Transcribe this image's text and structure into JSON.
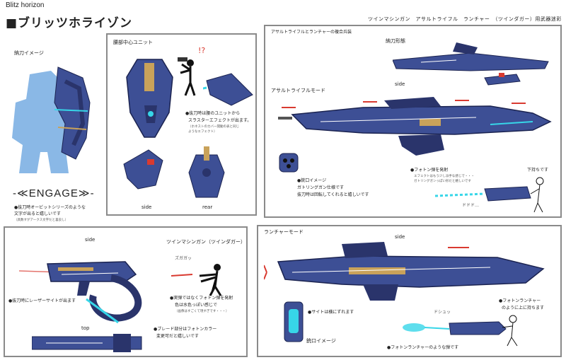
{
  "header": {
    "title_en": "Blitz horizon",
    "title_jp": "■ブリッツホライゾン",
    "subtitle": "ツインマシンガン　アサルトライフル　ランチャー　（ツインダガー）用武器迷彩"
  },
  "panel_left": {
    "label": "納刀イメージ",
    "engage": "-≪ENGAGE≫-",
    "note1": "●抜刀時オービットシリーズのような",
    "note2": "文字が出ると嬉しいです",
    "note3": "（具数すがアークス文字だと喜良し）"
  },
  "panel_waist": {
    "label": "腰部中心ユニット",
    "exclaim": "!?",
    "note1": "●抜刀時は腰のユニットから",
    "note2": "スラスターエフェクトが出ます。",
    "note3": "（ホネストのカバー開動の表と同じ",
    "note4": "ようなエフェクト）",
    "side": "side",
    "rear": "rear"
  },
  "panel_rifle": {
    "label": "アサルトライフルとランチャーの複合兵装",
    "sheathed": "納刀形態",
    "side": "side",
    "mode": "アサルトライフルモード",
    "muzzle_1": "●銃口イメージ",
    "muzzle_2": "ガトリングガン仕様です",
    "muzzle_3": "抜刀時は回転してくれると嬉しいです",
    "photon_1": "●フォトン弾を発射",
    "photon_2": "エフェクトはもう少し派手な感じで・・・",
    "photon_3": "ガトリングガンっぽい形だと嬉しいです",
    "hold": "下持ちです",
    "sfx": "ドドド…"
  },
  "panel_twin": {
    "side": "side",
    "title": "ツインマシンガン（ツインダガー）",
    "sfx": "ズガガッ",
    "laser": "●抜刀時にレーザーサイトが出ます",
    "bullet_1": "●実弾ではなくフォトン弾を発射",
    "bullet_2": "色は水色っぽい感じで",
    "bullet_3": "（画像はすごくて現すぎです・・・）",
    "blade_1": "●ブレード部分はフォトンカラー",
    "blade_2": "変更可だと嬉しいです",
    "top": "top"
  },
  "panel_launcher": {
    "mode": "ランチャーモード",
    "side": "side",
    "sight": "●サイトは横にずれます",
    "muzzle": "銃口イメージ",
    "photon_1": "●フォトンランチャー",
    "photon_2": "のように上に持ちます",
    "sfx": "ドシュッ",
    "shot": "●フォトンランチャーのような弾です"
  },
  "colors": {
    "armor": "#3d4f95",
    "armor_dark": "#2a346b",
    "panel_border": "#8a8a8a",
    "accent_cyan": "#37d6e8",
    "accent_red": "#d93a30",
    "silhouette": "#8ab8e6"
  }
}
